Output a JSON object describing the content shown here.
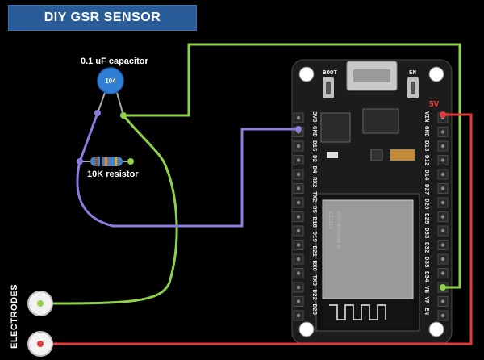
{
  "title": "DIY GSR SENSOR",
  "capacitor_label": "0.1 uF capacitor",
  "capacitor_code": "104",
  "resistor_label": "10K resistor",
  "electrodes_label": "ELECTRODES",
  "board": {
    "boot_label": "BOOT",
    "en_label": "EN",
    "power_label": "5V",
    "left_pins": "3V3 GND D15 D2 D4 RX2 TX2 D5 D18 D19 D21 RX0 TX0 D22 D23",
    "right_pins": "VIN GND D13 D12 D14 D27 D26 D25 D33 D32 D35 D34 VN VP EN",
    "module_text_1": "ESP-WROOM-32",
    "module_text_2": "CE1313"
  },
  "colors": {
    "title_bg": "#2a5c9a",
    "wire_green": "#8fd24a",
    "wire_purple": "#8a7ce0",
    "wire_red": "#e23a3a",
    "capacitor": "#2f7fd6",
    "resistor": "#4f7fc0",
    "power_label": "#ff3b3b"
  }
}
